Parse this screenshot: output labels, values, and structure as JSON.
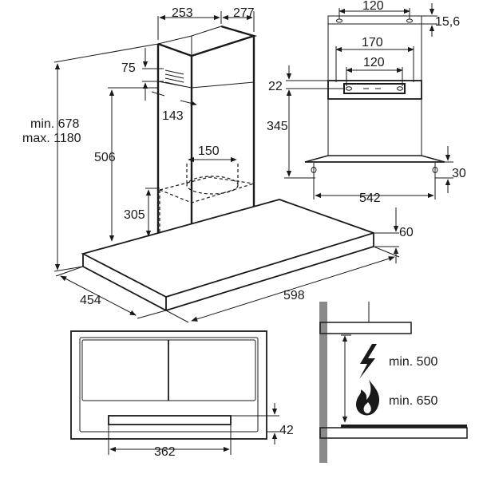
{
  "dimensions": {
    "chimney_depth": "253",
    "chimney_width": "277",
    "vent_height": "75",
    "vent_offset": "143",
    "total_height": "min. 678",
    "total_height_max": "max. 1180",
    "chimney_height": "506",
    "duct_diameter": "150",
    "motor_height": "305",
    "hood_thickness": "60",
    "hood_depth": "454",
    "hood_width": "598",
    "bracket_spacing_top": "120",
    "bracket_offset_top": "15,6",
    "bracket_width": "170",
    "bracket_spacing": "120",
    "bracket_offset": "22",
    "bracket_height": "345",
    "hole_offset": "30",
    "hole_spacing": "542",
    "filter_width": "362",
    "filter_height": "42",
    "clearance_electric": "min. 500",
    "clearance_gas": "min. 650"
  },
  "icons": {
    "electric": "lightning-icon",
    "gas": "flame-icon"
  }
}
